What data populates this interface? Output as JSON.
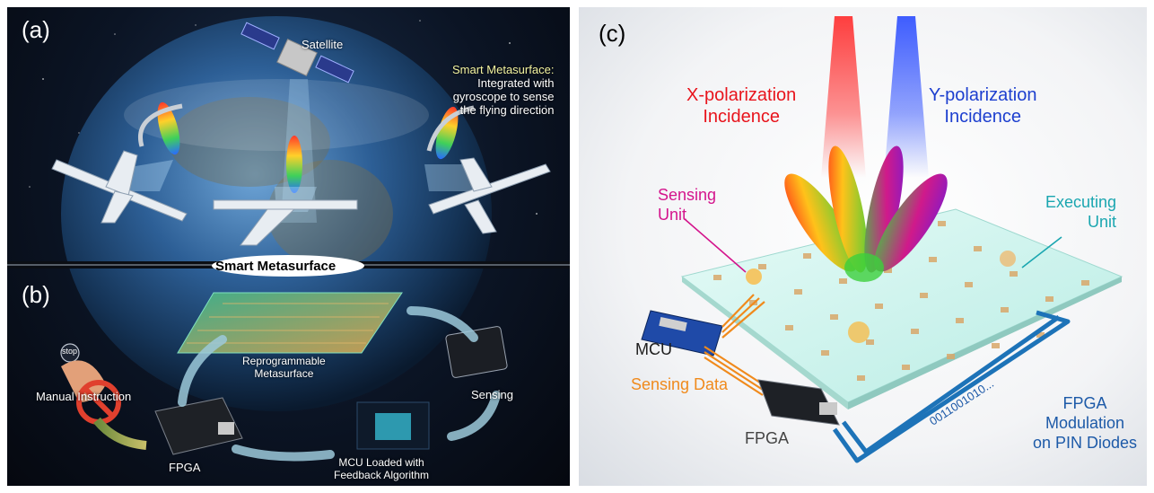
{
  "left": {
    "label_a": "(a)",
    "label_b": "(b)",
    "satellite": "Satellite",
    "smart_meta_title": "Smart Metasurface:",
    "smart_meta_desc_1": "Integrated with",
    "smart_meta_desc_2": "gyroscope to sense",
    "smart_meta_desc_3": "the flying direction",
    "banner": "Smart Metasurface",
    "reprogrammable_1": "Reprogrammable",
    "reprogrammable_2": "Metasurface",
    "sensing": "Sensing",
    "manual_instruction": "Manual Instruction",
    "stop": "stop",
    "fpga": "FPGA",
    "mcu_1": "MCU Loaded with",
    "mcu_2": "Feedback Algorithm"
  },
  "right": {
    "label_c": "(c)",
    "x_pol_1": "X-polarization",
    "x_pol_2": "Incidence",
    "y_pol_1": "Y-polarization",
    "y_pol_2": "Incidence",
    "sensing_unit_1": "Sensing",
    "sensing_unit_2": "Unit",
    "executing_unit_1": "Executing",
    "executing_unit_2": "Unit",
    "mcu": "MCU",
    "sensing_data": "Sensing Data",
    "fpga": "FPGA",
    "bitstream": "0011001010...",
    "fpga_mod_1": "FPGA",
    "fpga_mod_2": "Modulation",
    "fpga_mod_3": "on PIN Diodes"
  },
  "colors": {
    "x_pol": "#e8141c",
    "y_pol": "#1d3fcf",
    "sensing_unit": "#d4148c",
    "executing_unit": "#1aa6b0",
    "sensing_data": "#f08a1c",
    "fpga_mod": "#1d5aa8",
    "smart_meta_title": "#f3f3a0"
  }
}
